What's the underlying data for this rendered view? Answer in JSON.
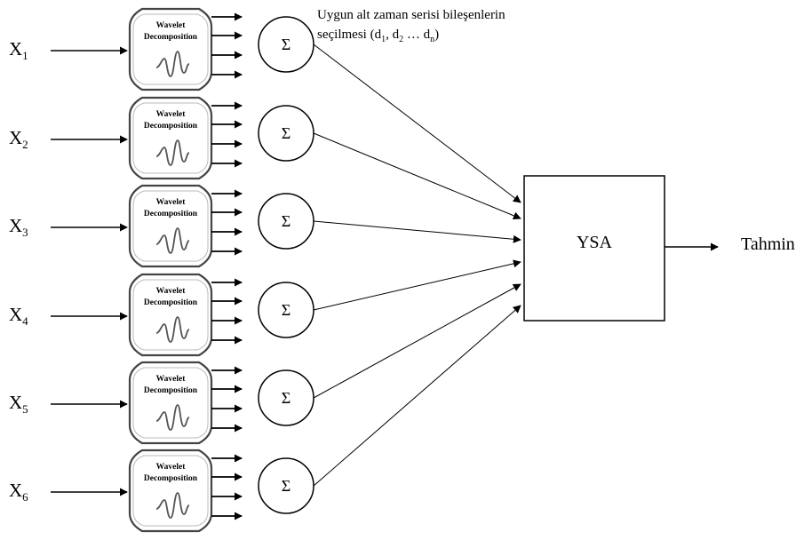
{
  "note": {
    "line1": "Uygun alt zaman serisi bileşenlerin",
    "line2_prefix": "seçilmesi (d",
    "sub1": "1",
    "sep1": ", d",
    "sub2": "2",
    "sep2": " … d",
    "subn": "n",
    "line2_suffix": ")"
  },
  "ysa": {
    "label": "YSA"
  },
  "output": {
    "label": "Tahmin"
  },
  "wavelet": {
    "line1": "Wavelet",
    "line2": "Decomposition"
  },
  "sigma": {
    "symbol": "Σ"
  },
  "inputs": [
    {
      "letter": "X",
      "sub": "1"
    },
    {
      "letter": "X",
      "sub": "2"
    },
    {
      "letter": "X",
      "sub": "3"
    },
    {
      "letter": "X",
      "sub": "4"
    },
    {
      "letter": "X",
      "sub": "5"
    },
    {
      "letter": "X",
      "sub": "6"
    }
  ]
}
